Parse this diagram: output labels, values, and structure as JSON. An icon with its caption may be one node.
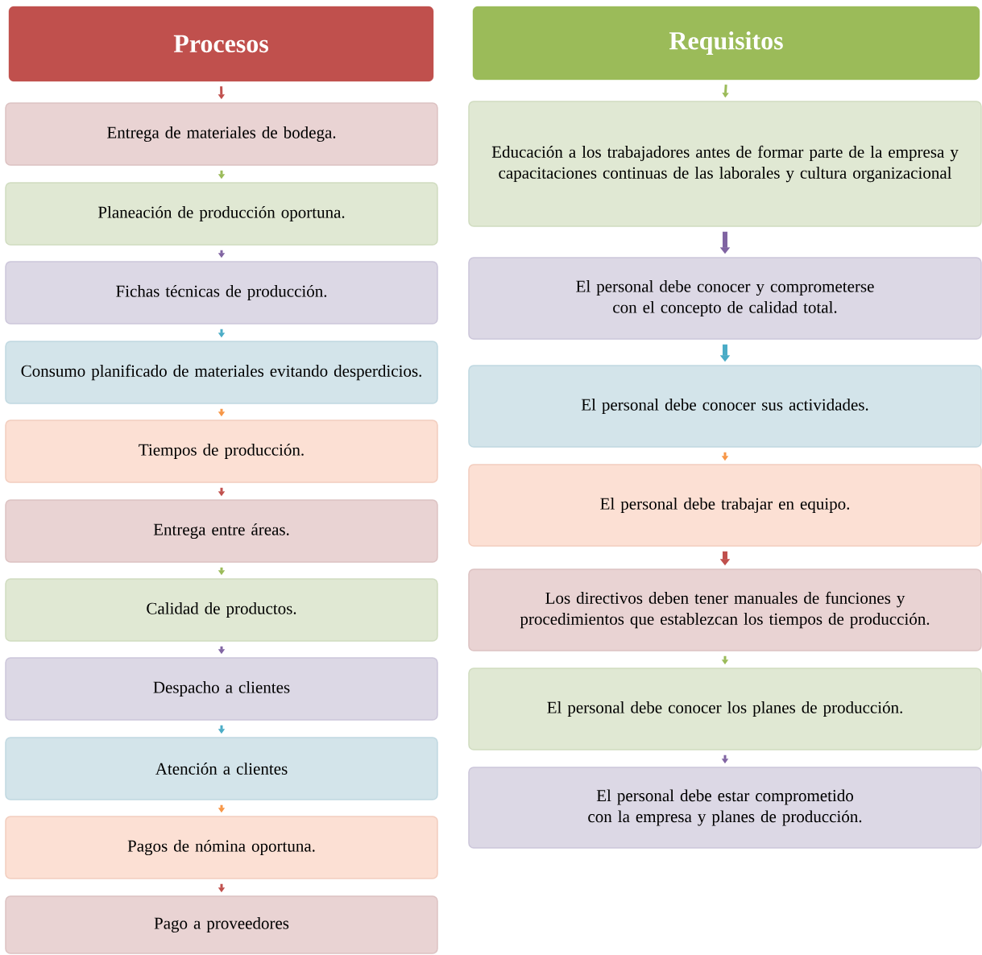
{
  "diagram": {
    "nodes": [
      {
        "text": [
          "Procesos"
        ]
      },
      {
        "text": [
          "Entrega de materiales de bodega."
        ]
      },
      {
        "text": [
          "Planeación de producción oportuna."
        ]
      },
      {
        "text": [
          "Fichas técnicas de producción."
        ]
      },
      {
        "text": [
          "Consumo planificado de materiales evitando desperdicios."
        ]
      },
      {
        "text": [
          "Tiempos de producción."
        ]
      },
      {
        "text": [
          "Entrega entre áreas."
        ]
      },
      {
        "text": [
          "Calidad de productos."
        ]
      },
      {
        "text": [
          "Despacho a clientes"
        ]
      },
      {
        "text": [
          "Atención a clientes"
        ]
      },
      {
        "text": [
          "Pagos de nómina oportuna."
        ]
      },
      {
        "text": [
          "Pago a proveedores"
        ]
      },
      {
        "text": [
          "Requisitos"
        ]
      },
      {
        "text": [
          "Educación a los trabajadores antes de formar parte de la empresa y capacitaciones continuas de las laborales y cultura organizacional"
        ]
      },
      {
        "text": [
          "El personal debe conocer y comprometerse con el concepto de calidad total."
        ]
      },
      {
        "text": [
          "El personal debe conocer sus actividades."
        ]
      },
      {
        "text": [
          "El personal debe trabajar en equipo."
        ]
      },
      {
        "text": [
          "Los directivos deben tener manuales de funciones y procedimientos que establezcan los tiempos de producción."
        ]
      },
      {
        "text": [
          "El personal debe conocer los planes de producción."
        ]
      },
      {
        "text": [
          "El personal debe estar comprometido con la empresa y planes de producción."
        ]
      }
    ],
    "edges": [
      {
        "from": 0,
        "to": 1,
        "arrow": "to",
        "color": "#c0504d"
      },
      {
        "from": 1,
        "to": 2,
        "arrow": "to",
        "color": "#9bbb59"
      },
      {
        "from": 2,
        "to": 3,
        "arrow": "to",
        "color": "#8064a2"
      },
      {
        "from": 3,
        "to": 4,
        "arrow": "to",
        "color": "#4bacc6"
      },
      {
        "from": 4,
        "to": 5,
        "arrow": "to",
        "color": "#f79646"
      },
      {
        "from": 5,
        "to": 6,
        "arrow": "to",
        "color": "#c0504d"
      },
      {
        "from": 6,
        "to": 7,
        "arrow": "to",
        "color": "#9bbb59"
      },
      {
        "from": 7,
        "to": 8,
        "arrow": "to",
        "color": "#8064a2"
      },
      {
        "from": 8,
        "to": 9,
        "arrow": "to",
        "color": "#4bacc6"
      },
      {
        "from": 9,
        "to": 10,
        "arrow": "to",
        "color": "#f79646"
      },
      {
        "from": 10,
        "to": 11,
        "arrow": "to",
        "color": "#c0504d"
      },
      {
        "from": 12,
        "to": 13,
        "arrow": "to",
        "color": "#9bbb59"
      },
      {
        "from": 13,
        "to": 14,
        "arrow": "to",
        "color": "#8064a2",
        "style": "thick"
      },
      {
        "from": 14,
        "to": 15,
        "arrow": "to",
        "color": "#4bacc6",
        "style": "thick"
      },
      {
        "from": 15,
        "to": 16,
        "arrow": "to",
        "color": "#f79646"
      },
      {
        "from": 16,
        "to": 17,
        "arrow": "to",
        "color": "#c0504d",
        "style": "thick"
      },
      {
        "from": 17,
        "to": 18,
        "arrow": "to",
        "color": "#9bbb59"
      },
      {
        "from": 18,
        "to": 19,
        "arrow": "to",
        "color": "#8064a2"
      }
    ]
  }
}
